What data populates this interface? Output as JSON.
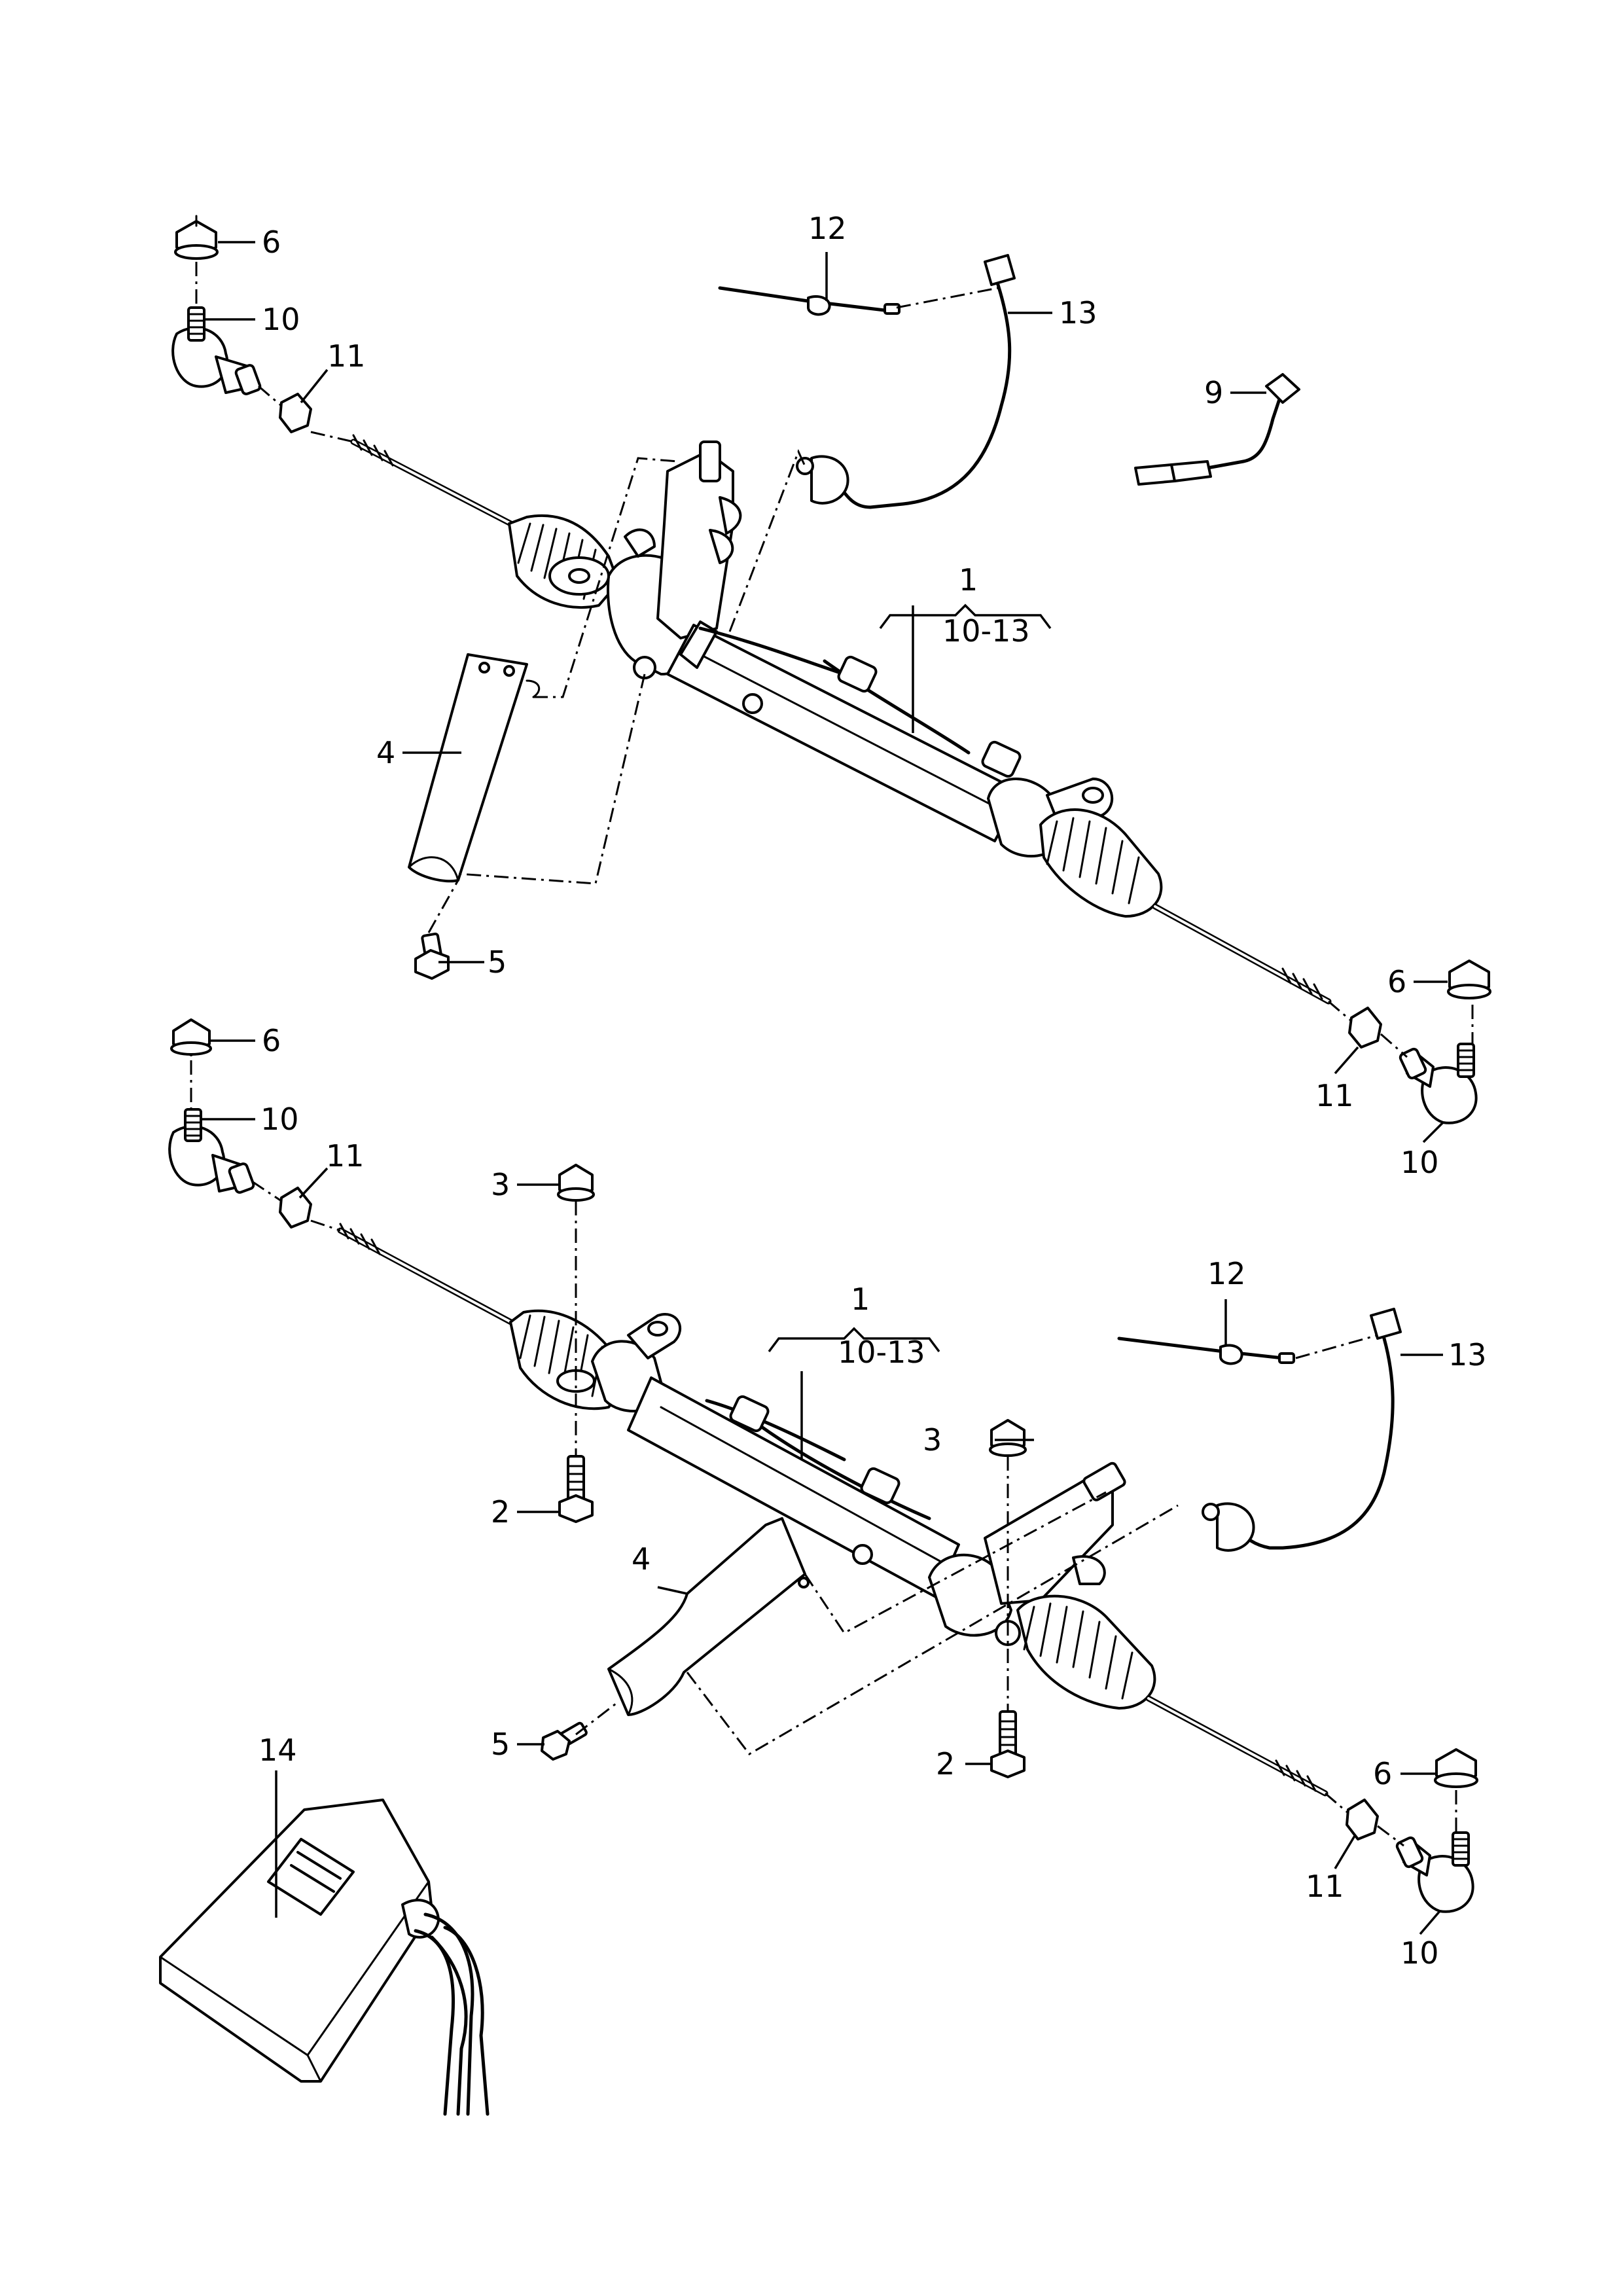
{
  "callouts": {
    "top": {
      "c1": "1",
      "c1_range": "10-13",
      "c4": "4",
      "c5": "5",
      "c6_left": "6",
      "c6_right": "6",
      "c9": "9",
      "c10_left": "10",
      "c10_right": "10",
      "c11_left": "11",
      "c11_right": "11",
      "c12": "12",
      "c13": "13"
    },
    "bottom": {
      "c1": "1",
      "c1_range": "10-13",
      "c2_left": "2",
      "c2_right": "2",
      "c3_left": "3",
      "c3_right": "3",
      "c4": "4",
      "c5": "5",
      "c6_left": "6",
      "c6_right": "6",
      "c10_left": "10",
      "c10_right": "10",
      "c11_left": "11",
      "c11_right": "11",
      "c12": "12",
      "c13": "13",
      "c14": "14"
    }
  }
}
